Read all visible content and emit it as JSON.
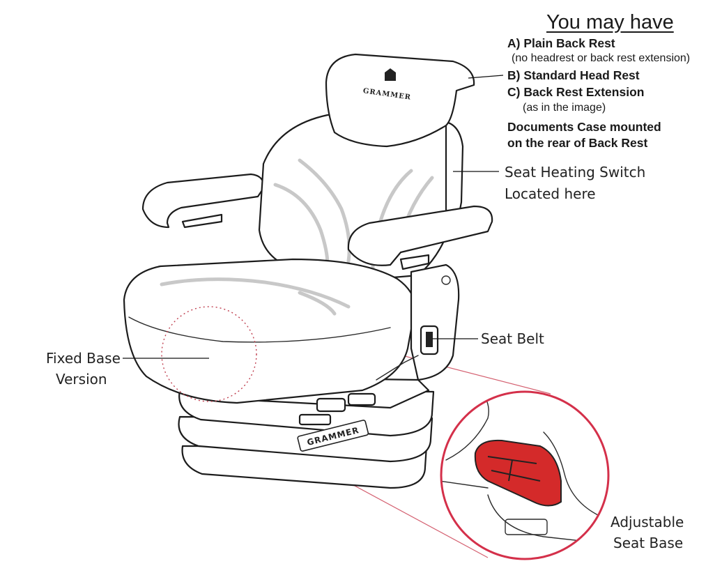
{
  "heading": "You may have",
  "options": [
    {
      "label": "A) Plain Back Rest",
      "note": "(no headrest or back rest extension)"
    },
    {
      "label": "B) Standard Head Rest",
      "note": ""
    },
    {
      "label": "C) Back Rest Extension",
      "note": "(as in the image)"
    },
    {
      "label": "Documents Case mounted",
      "note": ""
    },
    {
      "label": "on the rear of Back Rest",
      "note": ""
    }
  ],
  "callouts": {
    "heating_line1": "Seat Heating Switch",
    "heating_line2": "Located here",
    "seat_belt": "Seat Belt",
    "fixed_base_line1": "Fixed Base",
    "fixed_base_line2": "Version",
    "adjustable_line1": "Adjustable",
    "adjustable_line2": "Seat Base"
  },
  "brand": {
    "headrest_logo": "GRAMMER",
    "base_logo": "GRAMMER"
  },
  "colors": {
    "highlight_red": "#d42a2a",
    "magnifier_ring": "#d4304a",
    "guide_line": "#d46070"
  }
}
